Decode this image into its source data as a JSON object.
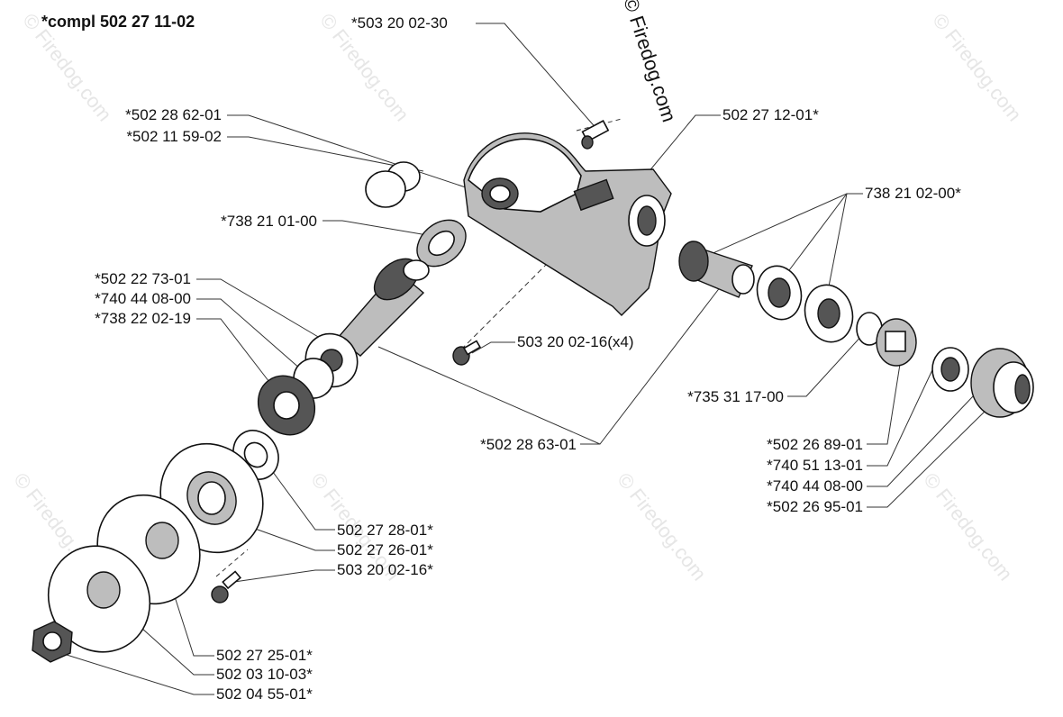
{
  "title": "*compl 502 27 11-02",
  "copyright": "© Firedog.com",
  "watermark": "© Firedog.com",
  "labels": [
    "*503 20 02-30",
    "502 27 12-01*",
    "*502 28 62-01",
    "*502 11 59-02",
    "*738 21 01-00",
    "738 21 02-00*",
    "*502 22 73-01",
    "*740 44 08-00",
    "*738 22 02-19",
    "503 20 02-16(x4)",
    "*735 31 17-00",
    "*502 28 63-01",
    "*502 26 89-01",
    "*740 51 13-01",
    "*740 44 08-00",
    "*502 26 95-01",
    "502 27 28-01*",
    "502 27 26-01*",
    "503 20 02-16*",
    "502 27 25-01*",
    "502 03 10-03*",
    "502 04 55-01*"
  ]
}
